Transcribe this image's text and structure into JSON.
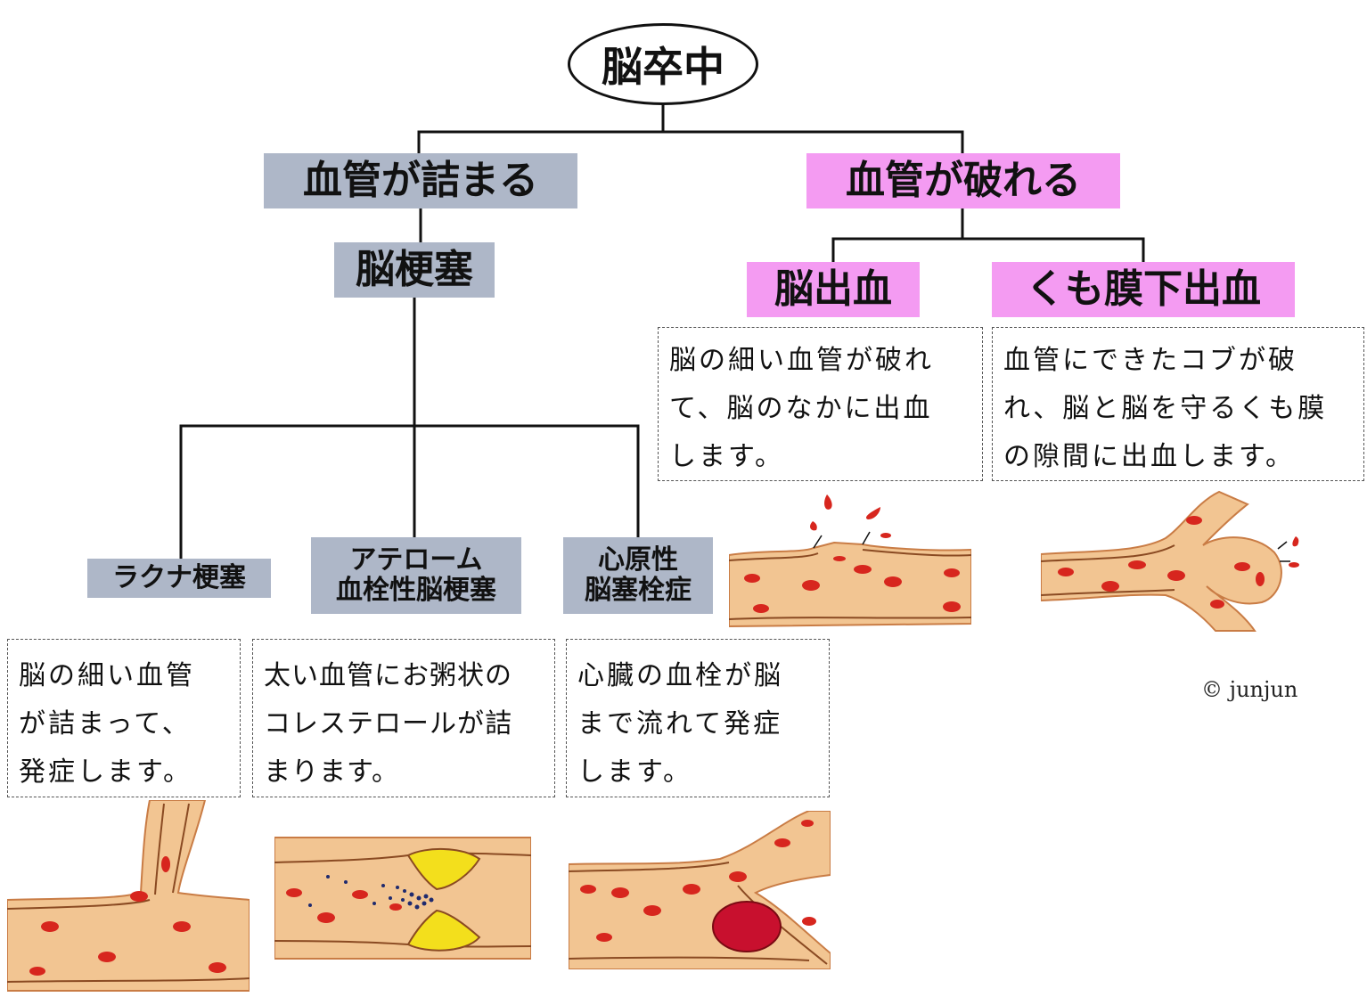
{
  "root": "脳卒中",
  "branches": {
    "occlusion": {
      "label": "血管が詰まる",
      "child": "脳梗塞",
      "subtypes": [
        {
          "label_lines": [
            "ラクナ梗塞"
          ],
          "description_lines": [
            "脳の細い血管",
            "が詰まって、",
            "発症します。"
          ]
        },
        {
          "label_lines": [
            "アテローム",
            "血栓性脳梗塞"
          ],
          "description_lines": [
            "太い血管にお粥状の",
            "コレステロールが詰",
            "まります。"
          ]
        },
        {
          "label_lines": [
            "心原性",
            "脳塞栓症"
          ],
          "description_lines": [
            "心臓の血栓が脳",
            "まで流れて発症",
            "します。"
          ]
        }
      ]
    },
    "rupture": {
      "label": "血管が破れる",
      "subtypes": [
        {
          "label": "脳出血",
          "description_lines": [
            "脳の細い血管が破れ",
            "て、脳のなかに出血",
            "します。"
          ]
        },
        {
          "label": "くも膜下出血",
          "description_lines": [
            "血管にできたコブが破",
            "れ、脳と脳を守るくも膜",
            "の隙間に出血します。"
          ]
        }
      ]
    }
  },
  "copyright": "© junjun",
  "colors": {
    "occlusion_box": "#aeb7c8",
    "rupture_box": "#f49bf2",
    "vessel_fill": "#f2c592",
    "vessel_edge": "#c97c45",
    "blood_cell": "#d7261e",
    "plaque": "#f3df1c",
    "clot_dots": "#1f2a6e"
  }
}
